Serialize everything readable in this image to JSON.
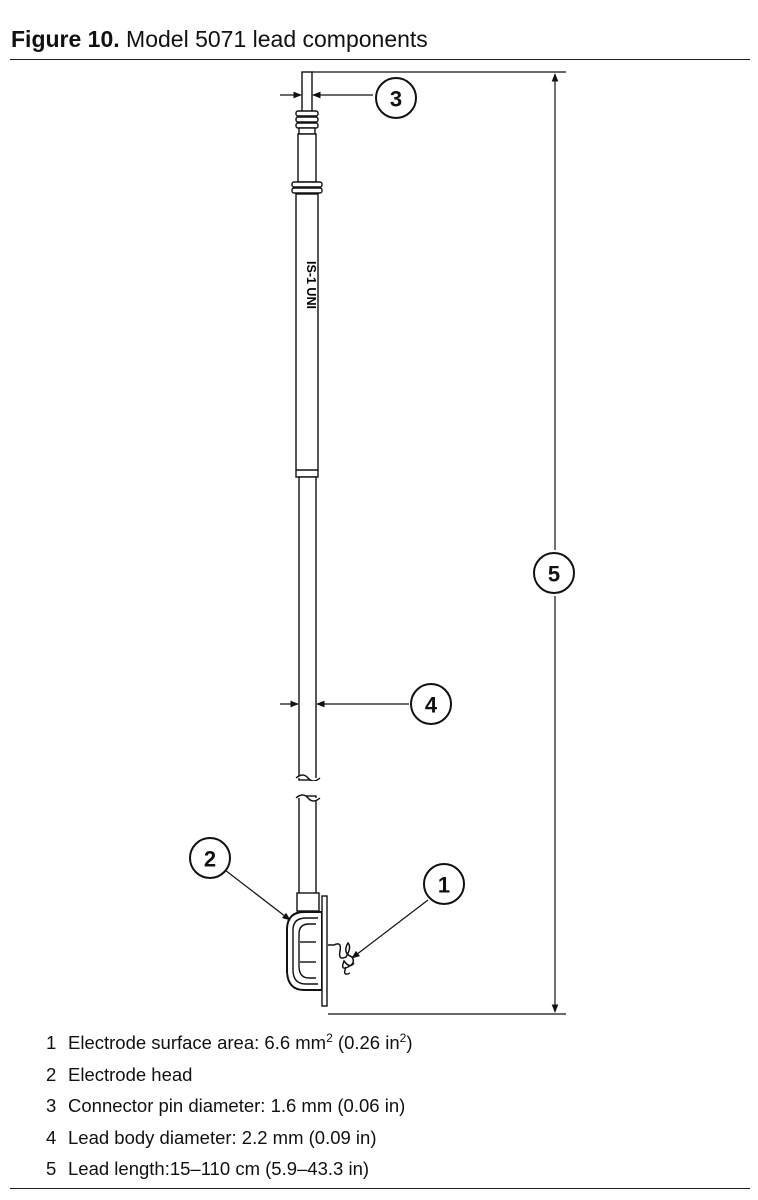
{
  "figure": {
    "number_label": "Figure 10.",
    "caption": "Model 5071 lead components"
  },
  "connector_text": "IS-1 UNI",
  "callouts": [
    "1",
    "2",
    "3",
    "4",
    "5"
  ],
  "legend": [
    {
      "num": "1",
      "pre": "Electrode surface area: 6.6 mm",
      "sup1": "2",
      "mid": " (0.26 in",
      "sup2": "2",
      "post": ")"
    },
    {
      "num": "2",
      "text": "Electrode head"
    },
    {
      "num": "3",
      "text": "Connector pin diameter: 1.6 mm (0.06 in)"
    },
    {
      "num": "4",
      "text": "Lead body diameter: 2.2 mm (0.09 in)"
    },
    {
      "num": "5",
      "text": "Lead length:15–110 cm (5.9–43.3 in)"
    }
  ]
}
